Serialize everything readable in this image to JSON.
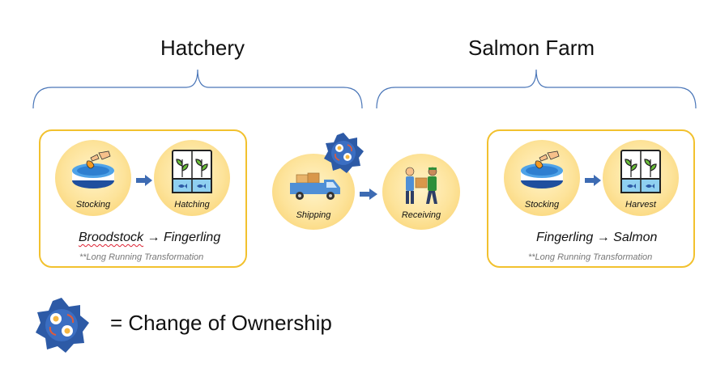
{
  "sections": {
    "hatchery_title": "Hatchery",
    "farm_title": "Salmon Farm"
  },
  "hatchery": {
    "stocking_label": "Stocking",
    "hatching_label": "Hatching",
    "transform_from": "Broodstock",
    "transform_to": "Fingerling",
    "note": "**Long Running Transformation"
  },
  "transfer": {
    "shipping_label": "Shipping",
    "receiving_label": "Receiving"
  },
  "farm": {
    "stocking_label": "Stocking",
    "harvest_label": "Harvest",
    "transform_from": "Fingerling",
    "transform_to": "Salmon",
    "note": "**Long Running Transformation"
  },
  "legend": {
    "text": "= Change of Ownership"
  },
  "colors": {
    "group_border": "#f2c12e",
    "bracket": "#4a76b8",
    "arrow": "#3d6bb3",
    "badge": "#2d5aa6",
    "circle": "#fde39a"
  },
  "icons": [
    "stocking-icon",
    "hatching-icon",
    "truck-icon",
    "handoff-icon",
    "harvest-icon",
    "ownership-badge-icon",
    "arrow-right-icon"
  ]
}
